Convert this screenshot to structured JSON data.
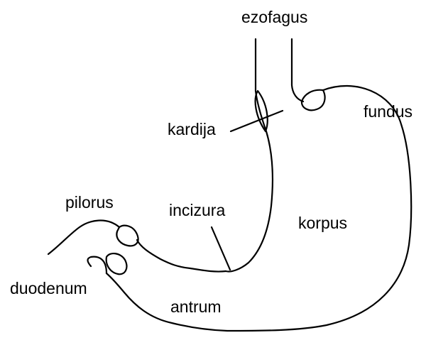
{
  "labels": {
    "esophagus": "ezofagus",
    "cardia": "kardija",
    "fundus": "fundus",
    "pylorus": "pilorus",
    "incisura": "incizura",
    "body": "korpus",
    "duodenum": "duodenum",
    "antrum": "antrum"
  },
  "colors": {
    "stroke": "#000000",
    "background": "#ffffff"
  }
}
